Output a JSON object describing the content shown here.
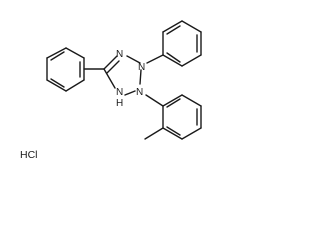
{
  "molecule": {
    "atoms": {
      "n3": "N",
      "n2": "N",
      "n1": "N",
      "nh": "N",
      "h": "H"
    },
    "counterion": "HCl"
  }
}
